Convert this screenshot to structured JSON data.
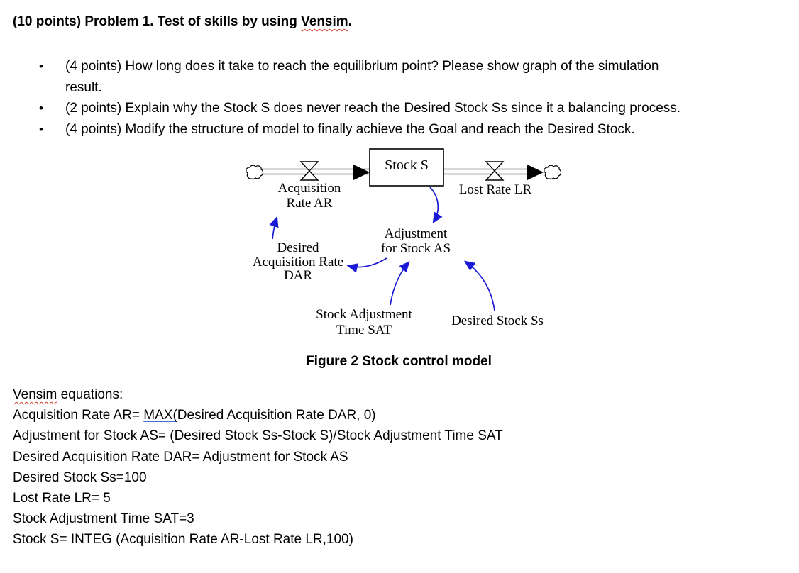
{
  "page": {
    "title": {
      "prefix": "(10 points) Problem 1. Test of skills by using ",
      "flagged": "Vensim",
      "suffix": "."
    }
  },
  "bullets": [
    {
      "lines": [
        "(4 points) How long does it take to reach the equilibrium point? Please show graph of the simulation",
        "result."
      ]
    },
    {
      "lines": [
        "(2 points) Explain why the Stock S does never reach the Desired Stock Ss since it a balancing process."
      ]
    },
    {
      "lines": [
        "(4 points) Modify the structure of model to finally achieve the Goal and reach the Desired Stock."
      ]
    }
  ],
  "bullet_marker": "•",
  "diagram": {
    "stock": "Stock S",
    "acquisition_rate": [
      "Acquisition",
      "Rate AR"
    ],
    "lost_rate": "Lost Rate LR",
    "adjustment": [
      "Adjustment",
      "for Stock AS"
    ],
    "desired_acquisition_rate": [
      "Desired",
      "Acquisition Rate",
      "DAR"
    ],
    "stock_adjustment_time": [
      "Stock Adjustment",
      "Time SAT"
    ],
    "desired_stock": "Desired Stock Ss"
  },
  "figure_caption": "Figure 2 Stock control model",
  "equations": {
    "heading": {
      "flagged": "Vensim",
      "rest": " equations:"
    },
    "ar_line": {
      "prefix": "Acquisition Rate AR= ",
      "flagged": "MAX(",
      "suffix": "Desired Acquisition Rate DAR, 0)"
    },
    "rest": [
      "Adjustment for Stock AS= (Desired Stock Ss-Stock S)/Stock Adjustment Time SAT",
      "Desired Acquisition Rate DAR= Adjustment for Stock AS",
      "Desired Stock Ss=100",
      "Lost Rate LR= 5",
      "Stock Adjustment Time SAT=3",
      "Stock S= INTEG (Acquisition Rate AR-Lost Rate LR,100)"
    ]
  },
  "colors": {
    "arrow_blue": "#1a1ad6",
    "spell_red": "#d43b2a",
    "grammar_blue": "#3f6fd0",
    "text": "#000000",
    "background": "#ffffff"
  }
}
